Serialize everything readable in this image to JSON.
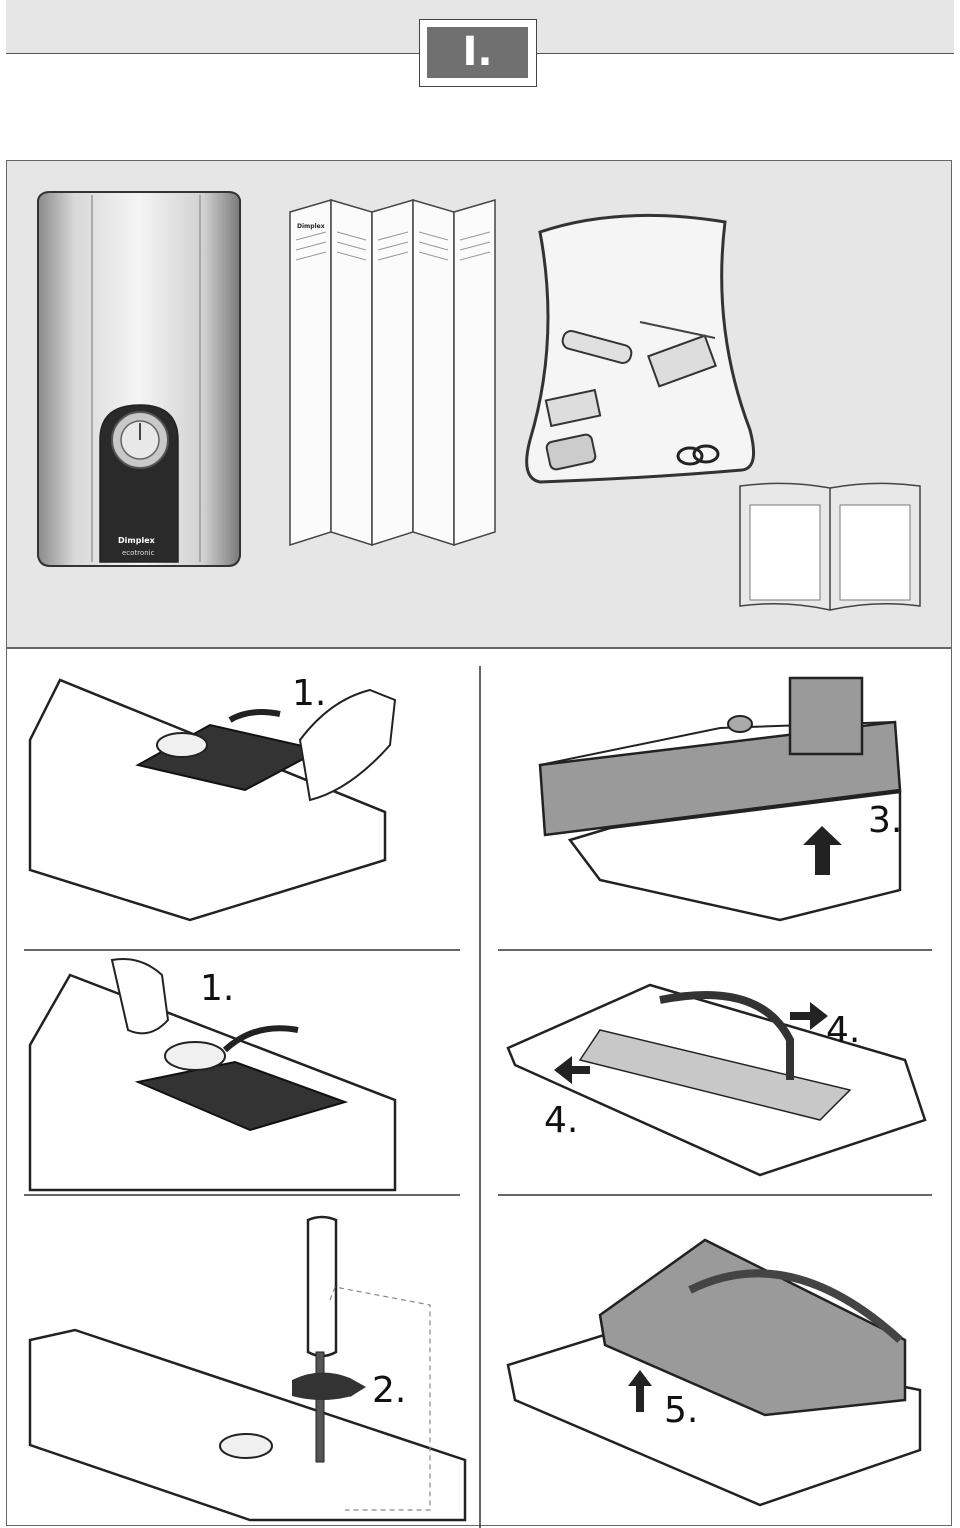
{
  "section": {
    "number": "I."
  },
  "heater": {
    "brand": "Dimplex",
    "model": "ecotronic"
  },
  "leaflet": {
    "brand": "Dimplex"
  },
  "steps": [
    {
      "label": "1."
    },
    {
      "label": "3."
    },
    {
      "label": "1."
    },
    {
      "label": "4."
    },
    {
      "label": "4."
    },
    {
      "label": "2."
    },
    {
      "label": "5."
    }
  ],
  "colors": {
    "panel_gray": "#e6e6e6",
    "dark_gray": "#707070",
    "line": "#222222",
    "badge_text": "#ffffff"
  }
}
